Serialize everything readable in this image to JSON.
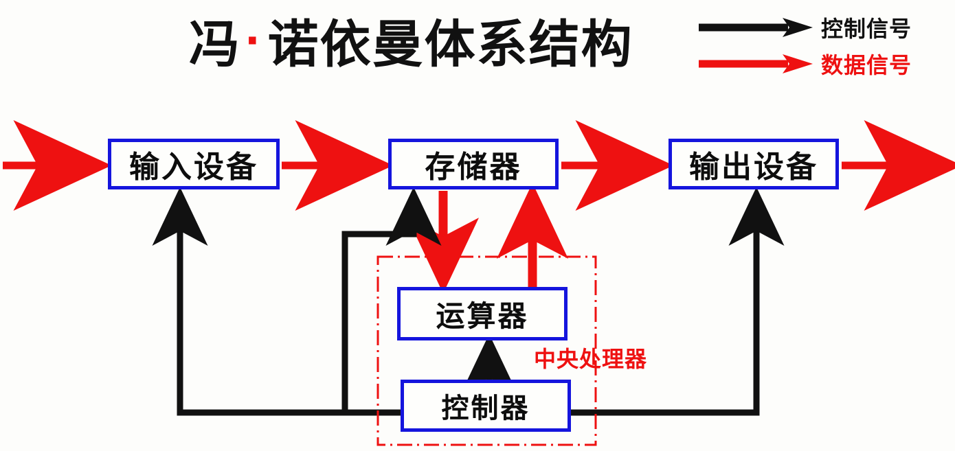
{
  "title": {
    "prefix": "冯",
    "separator": "·",
    "suffix": "诺依曼体系结构",
    "full": "冯·诺依曼体系结构"
  },
  "legend": {
    "items": [
      {
        "id": "control-signal",
        "label": "控制信号",
        "color": "#111111",
        "arrow_icon": "right-arrow-icon"
      },
      {
        "id": "data-signal",
        "label": "数据信号",
        "color": "#ee1111",
        "arrow_icon": "right-arrow-icon"
      }
    ]
  },
  "colors": {
    "box_border": "#1515dd",
    "control_signal": "#111111",
    "data_signal": "#ee1111",
    "cpu_boundary": "#ee1111",
    "background": "#fdfdfb",
    "text": "#0d0d0d"
  },
  "boxes": [
    {
      "id": "input-device",
      "label": "输入设备"
    },
    {
      "id": "memory",
      "label": "存储器"
    },
    {
      "id": "output-device",
      "label": "输出设备"
    },
    {
      "id": "arithmetic-unit",
      "label": "运算器"
    },
    {
      "id": "controller",
      "label": "控制器"
    }
  ],
  "cpu_region": {
    "label": "中央处理器",
    "contains": [
      "arithmetic-unit",
      "controller"
    ],
    "border_style": "dash-dot"
  },
  "connections": [
    {
      "id": "external-in-to-input",
      "from": "external",
      "to": "input-device",
      "signal": "data",
      "direction": "right"
    },
    {
      "id": "input-to-memory",
      "from": "input-device",
      "to": "memory",
      "signal": "data",
      "direction": "right"
    },
    {
      "id": "memory-to-output",
      "from": "memory",
      "to": "output-device",
      "signal": "data",
      "direction": "right"
    },
    {
      "id": "output-to-external",
      "from": "output-device",
      "to": "external",
      "signal": "data",
      "direction": "right"
    },
    {
      "id": "memory-to-alu",
      "from": "memory",
      "to": "arithmetic-unit",
      "signal": "data",
      "direction": "down"
    },
    {
      "id": "alu-to-memory",
      "from": "arithmetic-unit",
      "to": "memory",
      "signal": "data",
      "direction": "up"
    },
    {
      "id": "controller-to-alu",
      "from": "controller",
      "to": "arithmetic-unit",
      "signal": "control",
      "direction": "up"
    },
    {
      "id": "controller-to-memory",
      "from": "controller",
      "to": "memory",
      "signal": "control",
      "direction": "up"
    },
    {
      "id": "controller-to-input",
      "from": "controller",
      "to": "input-device",
      "signal": "control",
      "direction": "up"
    },
    {
      "id": "controller-to-output",
      "from": "controller",
      "to": "output-device",
      "signal": "control",
      "direction": "up"
    }
  ]
}
